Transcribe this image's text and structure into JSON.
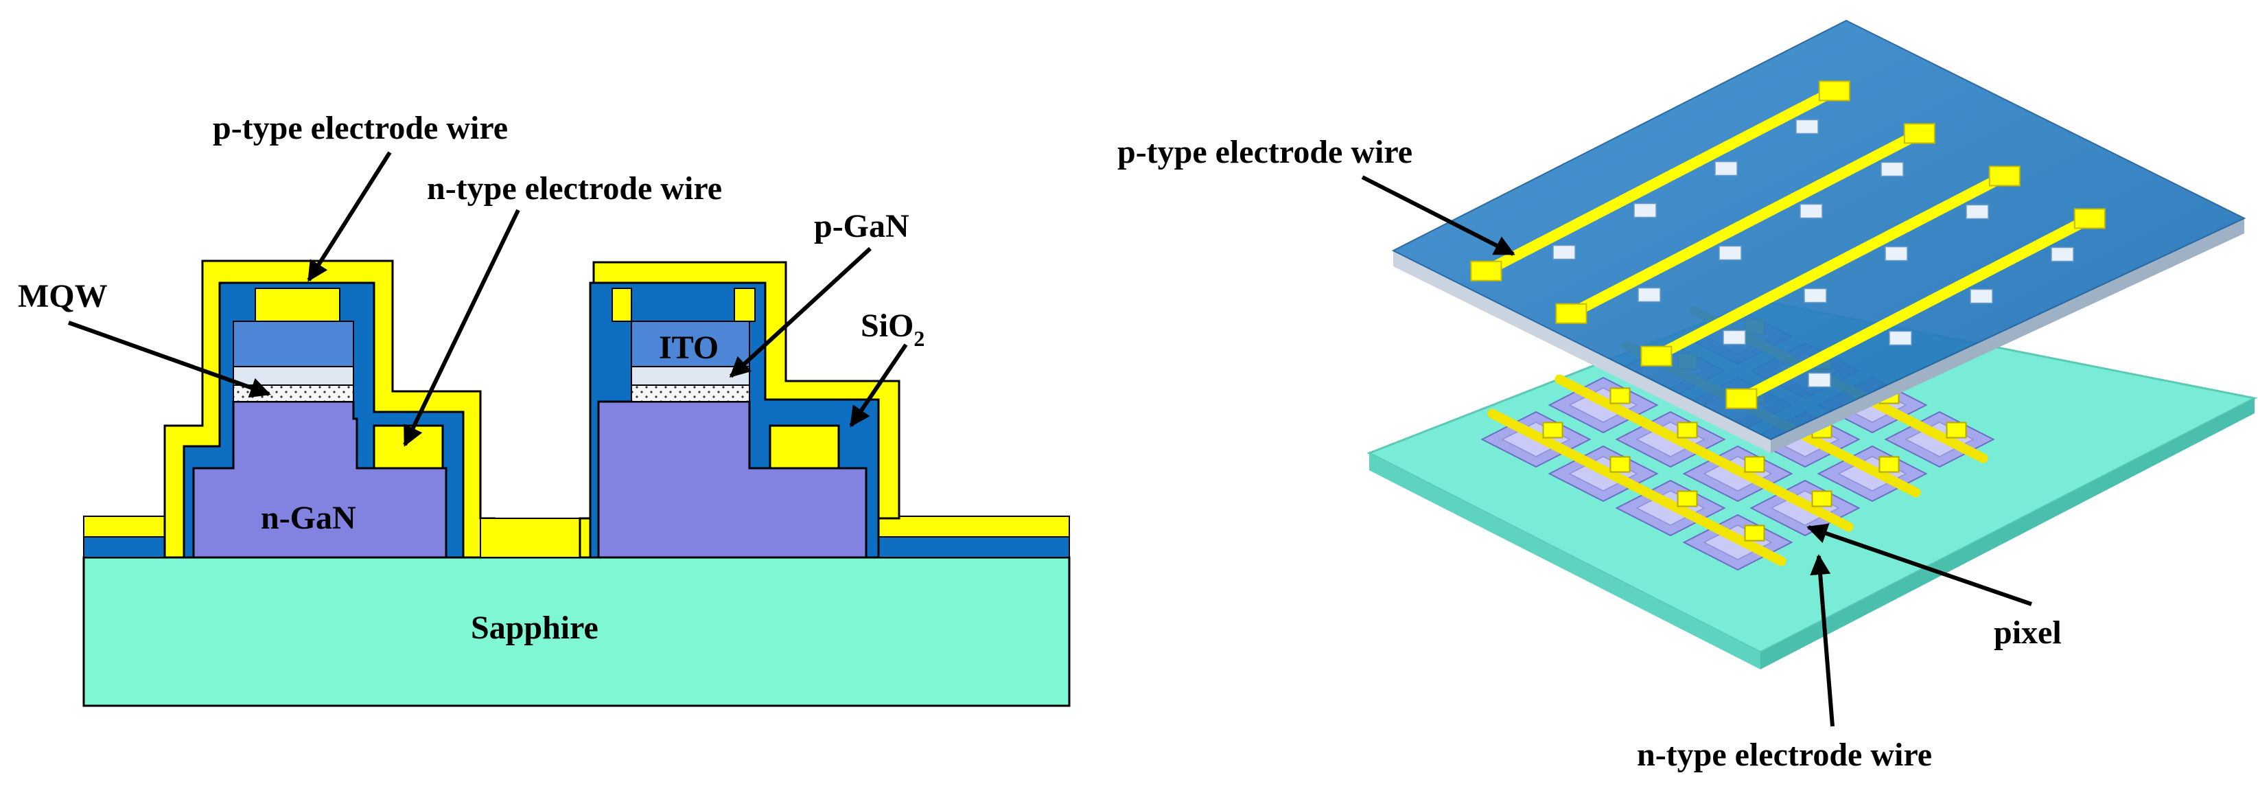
{
  "left_diagram": {
    "labels": {
      "p_wire": "p-type electrode wire",
      "n_wire": "n-type electrode wire",
      "p_gan": "p-GaN",
      "mqw": "MQW",
      "sio2": "SiO",
      "sio2_sub": "2",
      "ito": "ITO",
      "n_gan": "n-GaN",
      "sapphire": "Sapphire"
    }
  },
  "right_diagram": {
    "labels": {
      "p_wire": "p-type electrode wire",
      "pixel": "pixel",
      "n_wire": "n-type electrode wire"
    }
  },
  "colors": {
    "sapphire": "#7ff7d5",
    "n_gan": "#8283e0",
    "sio2": "#0e6fc2",
    "metal": "#ffff00",
    "ito": "#4d86d6",
    "p_gan_layer": "#dfe7f2",
    "top_plate": "#2f86c8",
    "bottom_plate": "#79ecd8",
    "pixel": "#a6a8ee"
  }
}
